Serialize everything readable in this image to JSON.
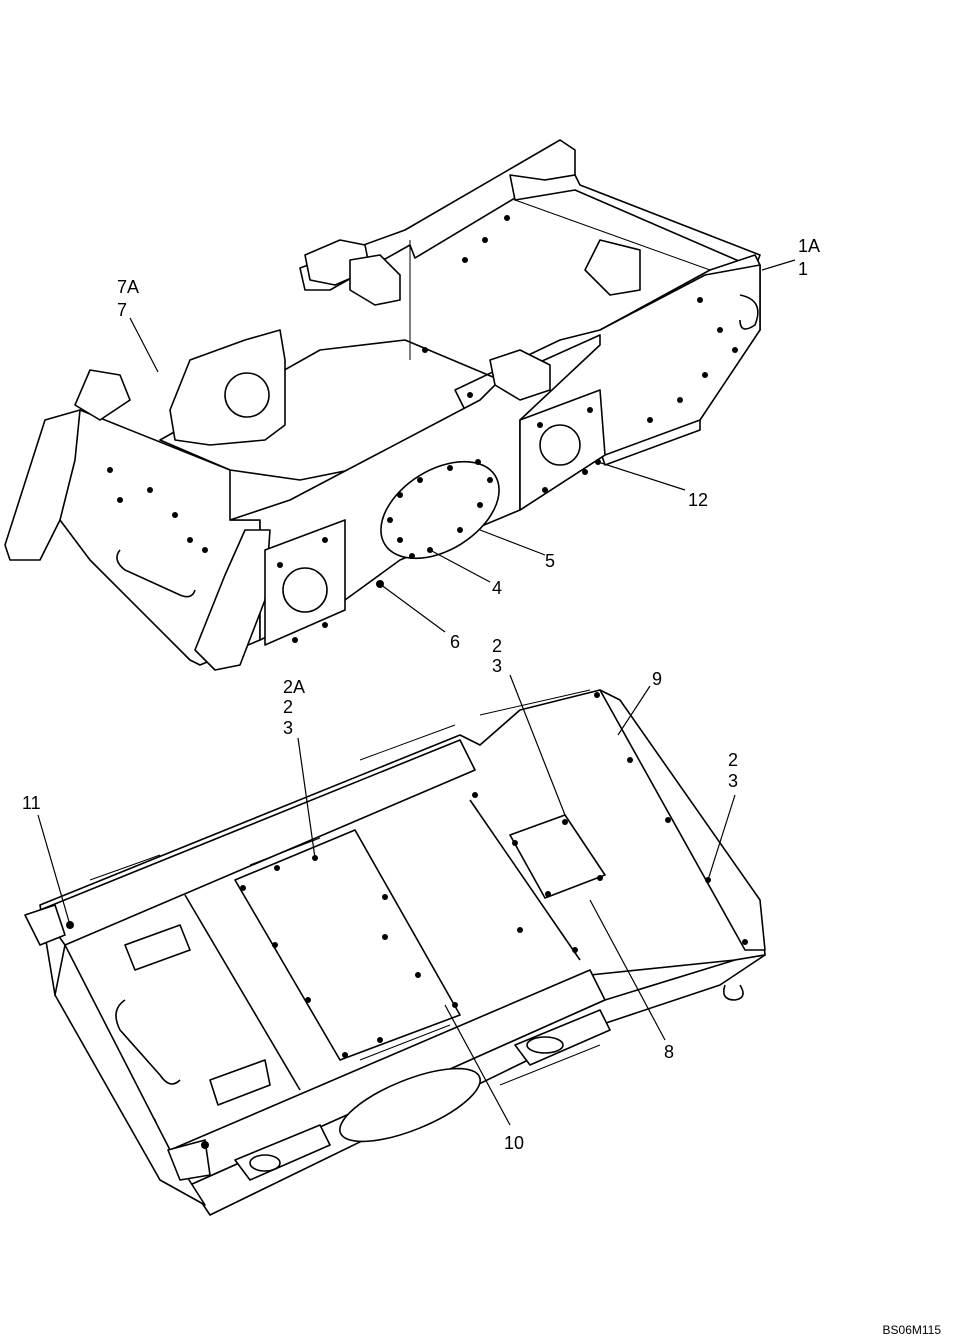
{
  "callouts": {
    "c_1A_1": [
      "1A",
      "1"
    ],
    "c_7A_7": [
      "7A",
      "7"
    ],
    "c_12": [
      "12"
    ],
    "c_5": [
      "5"
    ],
    "c_4": [
      "4"
    ],
    "c_6": [
      "6"
    ],
    "c_2_3_top": [
      "2",
      "3"
    ],
    "c_9": [
      "9"
    ],
    "c_2A_2_3": [
      "2A",
      "2",
      "3"
    ],
    "c_2_3_right": [
      "2",
      "3"
    ],
    "c_11": [
      "11"
    ],
    "c_8": [
      "8"
    ],
    "c_10": [
      "10"
    ]
  },
  "reference_code": "BS06M115"
}
